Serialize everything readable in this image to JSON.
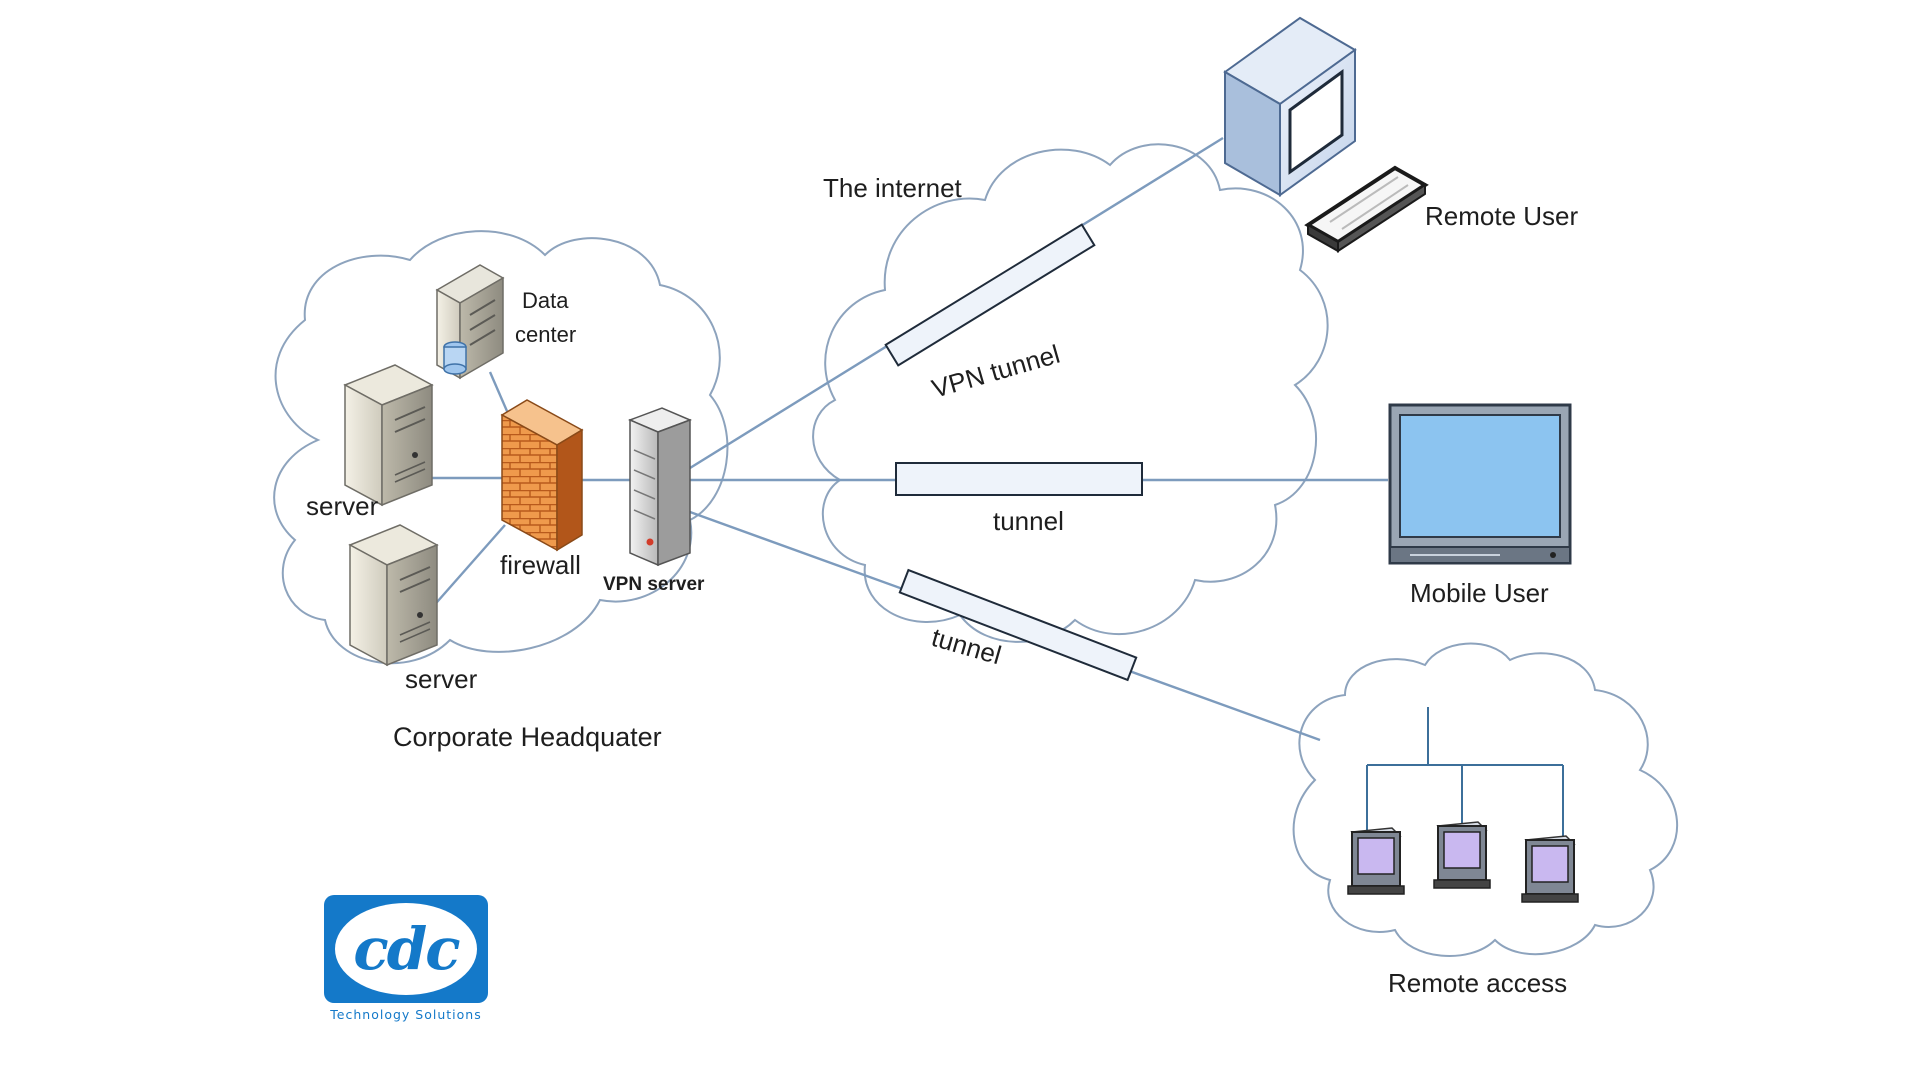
{
  "labels": {
    "the_internet": "The internet",
    "remote_user": "Remote User",
    "data_center_line1": "Data",
    "data_center_line2": "center",
    "server_top": "server",
    "server_bottom": "server",
    "firewall": "firewall",
    "vpn_server": "VPN server",
    "corporate_headquarter": "Corporate Headquater",
    "vpn_tunnel": "VPN tunnel",
    "tunnel_middle": "tunnel",
    "tunnel_bottom": "tunnel",
    "mobile_user": "Mobile User",
    "remote_access": "Remote access"
  },
  "logo": {
    "mark": "cdc",
    "tagline": "Technology Solutions"
  },
  "colors": {
    "brand_blue": "#1479c9",
    "firewall_orange": "#e98a3c",
    "screen_blue": "#8cc4f0",
    "cloud_stroke": "#8da3bd"
  }
}
